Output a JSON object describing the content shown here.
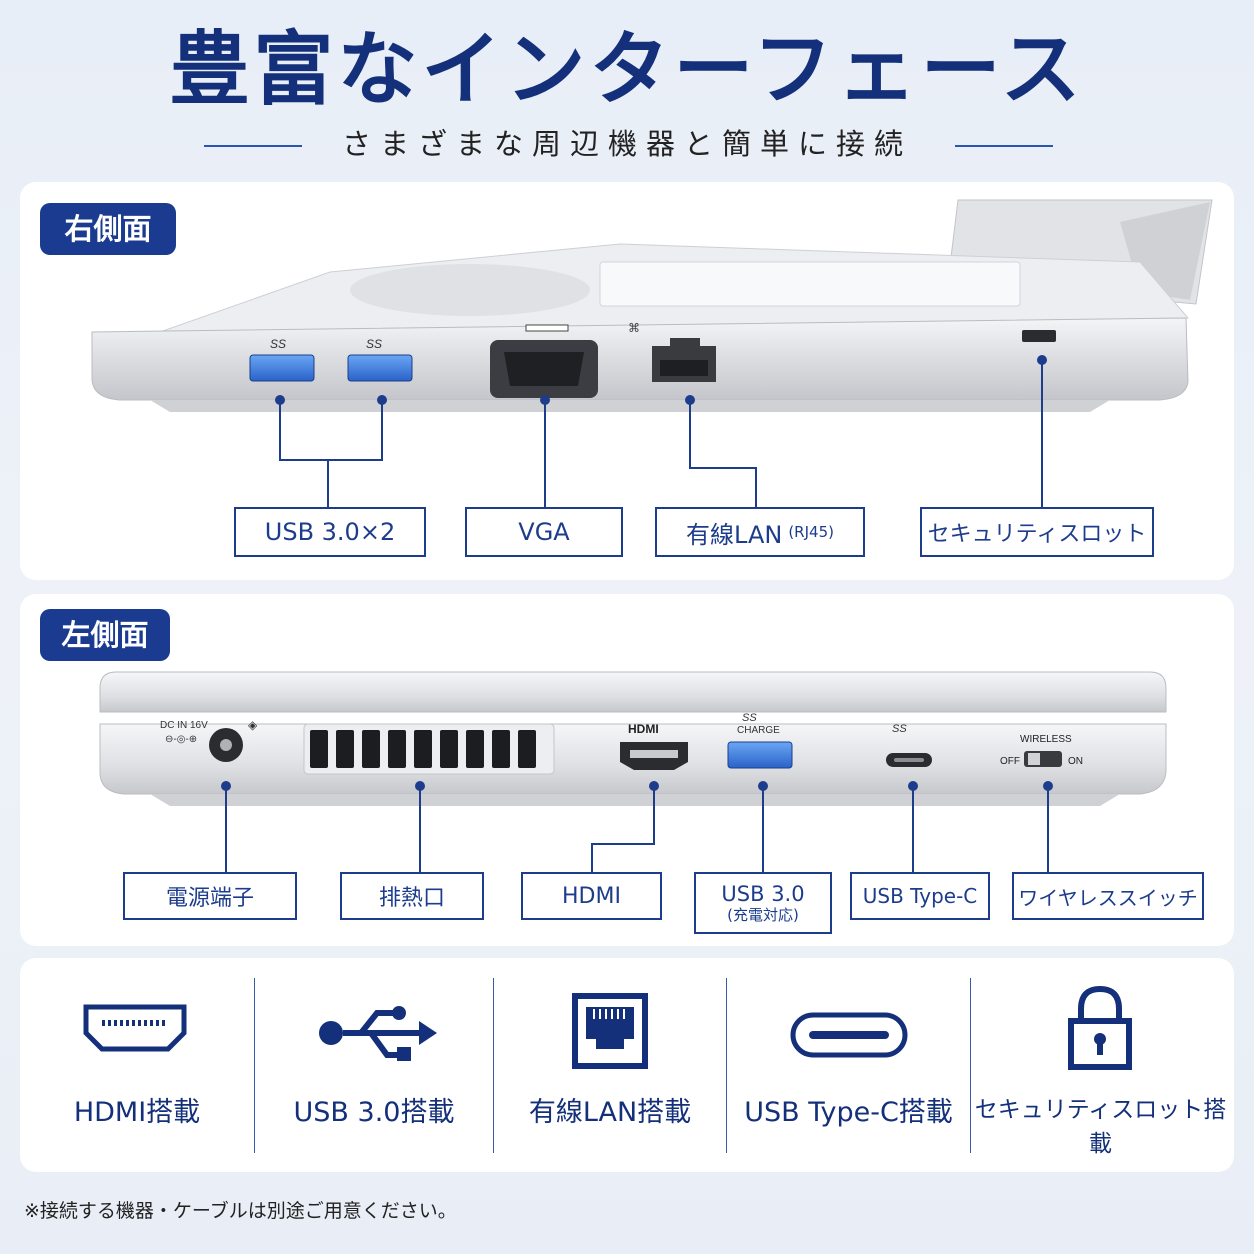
{
  "header": {
    "title": "豊富なインターフェース",
    "subtitle": "さまざまな周辺機器と簡単に接続"
  },
  "right_side": {
    "tag": "右側面",
    "labels": {
      "usb": "USB 3.0×2",
      "vga": "VGA",
      "lan_main": "有線LAN",
      "lan_sub": "(RJ45)",
      "security": "セキュリティスロット"
    }
  },
  "left_side": {
    "tag": "左側面",
    "port_text": {
      "dc_in": "DC IN 16V",
      "hdmi_logo": "HDMI",
      "charge": "CHARGE",
      "wireless": "WIRELESS",
      "off": "OFF",
      "on": "ON",
      "ss": "SS"
    },
    "labels": {
      "power": "電源端子",
      "vent": "排熱口",
      "hdmi": "HDMI",
      "usb_main": "USB 3.0",
      "usb_sub": "(充電対応)",
      "typec": "USB Type-C",
      "wireless": "ワイヤレススイッチ"
    }
  },
  "features": [
    {
      "label": "HDMI搭載",
      "icon": "hdmi-icon"
    },
    {
      "label": "USB 3.0搭載",
      "icon": "usb-icon"
    },
    {
      "label": "有線LAN搭載",
      "icon": "lan-icon"
    },
    {
      "label": "USB Type-C搭載",
      "icon": "usb-c-icon"
    },
    {
      "label": "セキュリティスロット搭載",
      "icon": "lock-icon"
    }
  ],
  "footnote": "※接続する機器・ケーブルは別途ご用意ください。",
  "colors": {
    "navy": "#14307a",
    "tag_bg": "#1a3b8f",
    "usb_blue": "#3a7de0",
    "laptop_silver": "#dcdde0"
  }
}
